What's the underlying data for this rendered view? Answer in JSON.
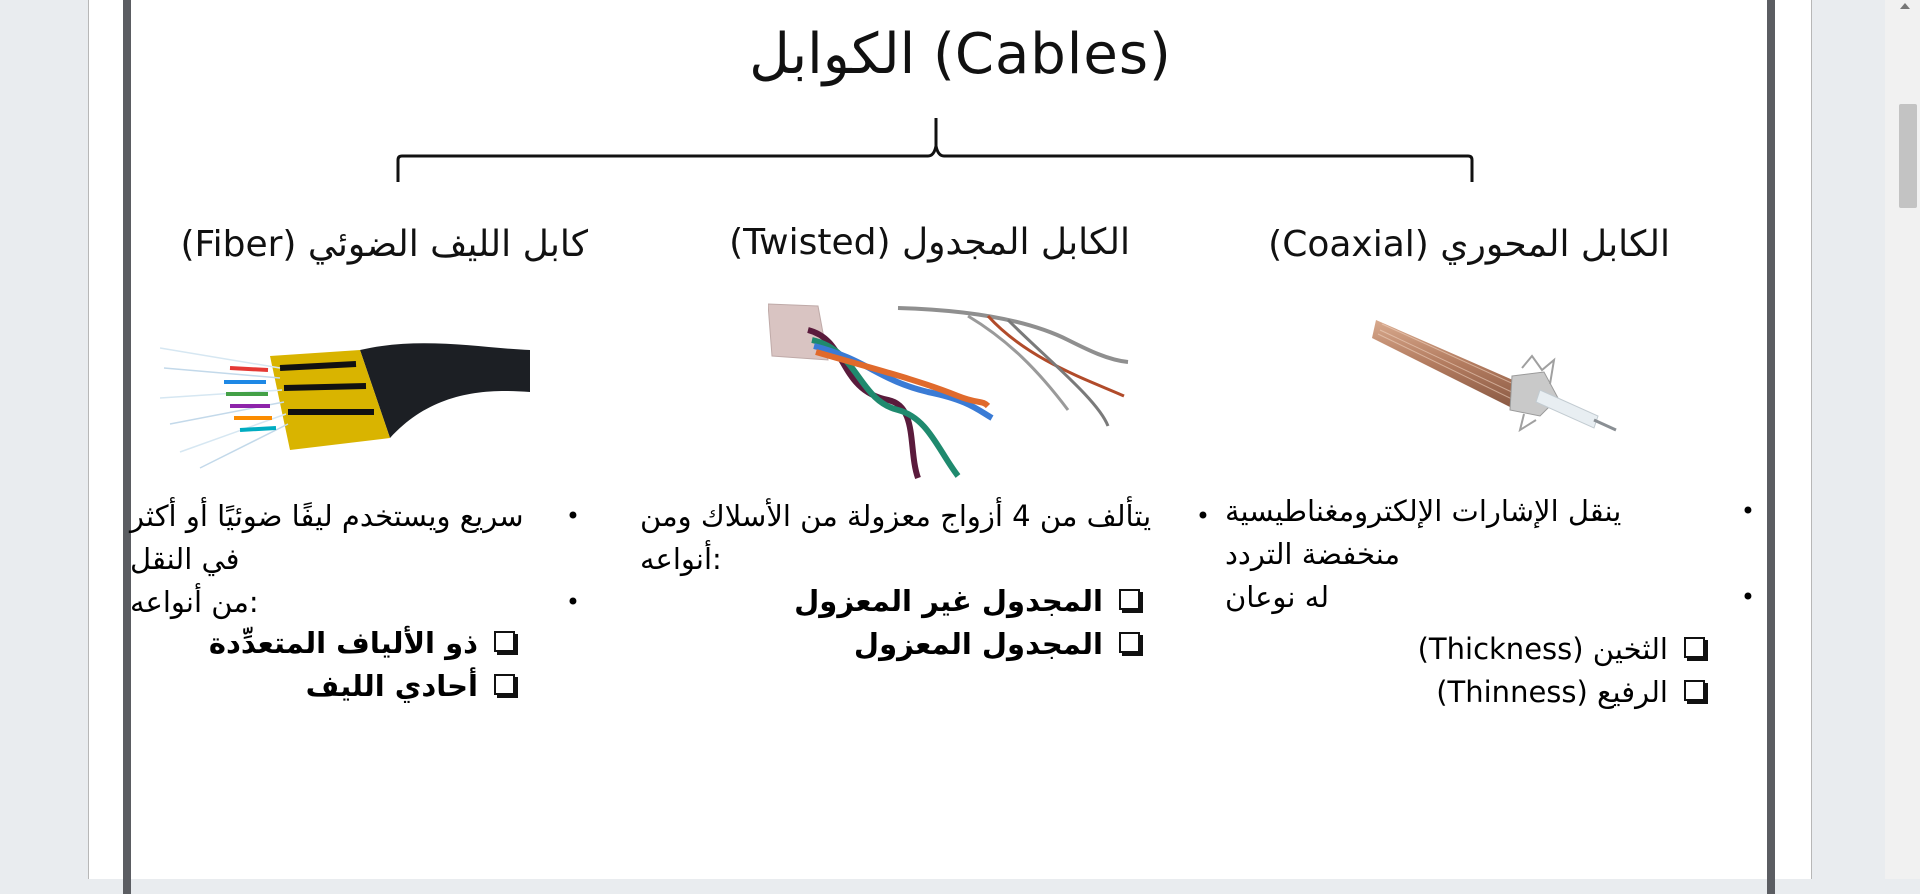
{
  "document": {
    "title": "الكوابل (Cables)",
    "columns": {
      "coaxial": {
        "heading": "الكابل المحوري (Coaxial)",
        "bullets": [
          "ينقل الإشارات الإلكترومغناطيسية منخفضة التردد",
          "له نوعان"
        ],
        "subtypes": [
          "الثخين (Thickness)",
          "الرفيع (Thinness)"
        ]
      },
      "twisted": {
        "heading": "الكابل المجدول (Twisted)",
        "bullets": [
          "يتألف من 4 أزواج معزولة من الأسلاك ومن أنواعه:"
        ],
        "subtypes": [
          "المجدول غير المعزول",
          "المجدول المعزول"
        ]
      },
      "fiber": {
        "heading": "كابل الليف الضوئي (Fiber)",
        "bullets": [
          "سريع ويستخدم ليفًا ضوئيًا أو أكثر في النقل",
          "من أنواعه:"
        ],
        "subtypes": [
          "ذو الألياف المتعدِّدة",
          "أحادي الليف"
        ]
      }
    }
  },
  "icons": [
    "checkbox-square-icon",
    "bullet-icon",
    "scroll-up-arrow-icon"
  ],
  "colors": {
    "frame_border": "#5b5d62",
    "background": "#e9ecef",
    "text": "#111111"
  }
}
